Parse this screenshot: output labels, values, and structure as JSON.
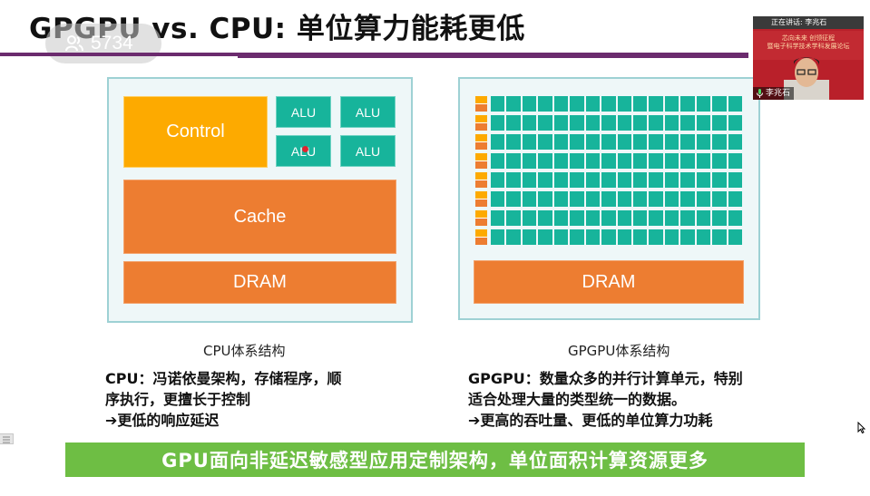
{
  "slide": {
    "title": "GPGPU vs. CPU: 单位算力能耗更低",
    "cpu": {
      "control": "Control",
      "alus": [
        "ALU",
        "ALU",
        "ALU",
        "ALU"
      ],
      "cache": "Cache",
      "dram": "DRAM",
      "caption": "CPU体系结构",
      "desc": [
        "CPU：冯诺依曼架构，存储程序，顺",
        "序执行，更擅长于控制",
        "➔更低的响应延迟"
      ]
    },
    "gpgpu": {
      "dram": "DRAM",
      "caption": "GPGPU体系结构",
      "desc": [
        "GPGPU：数量众多的并行计算单元，特别",
        "适合处理大量的类型统一的数据。",
        "➔更高的吞吐量、更低的单位算力功耗"
      ]
    },
    "banner": "GPU面向非延迟敏感型应用定制架构，单位面积计算资源更多"
  },
  "overlay": {
    "viewer_count": "5734",
    "viewer_icon": "people-icon",
    "video": {
      "status": "正在讲话: 李兆石",
      "event_lines": [
        "芯向未来 创领征程",
        "暨电子科学技术学科发展论坛"
      ],
      "speaker_name": "李兆石",
      "mic_icon": "microphone-icon"
    }
  },
  "colors": {
    "orange": "#ed7d31",
    "yellow": "#fdaa00",
    "teal": "#17b49b",
    "green_banner": "#6ebe44",
    "purple_rule": "#6b2b6e",
    "panel_border": "#9ed1d4"
  }
}
